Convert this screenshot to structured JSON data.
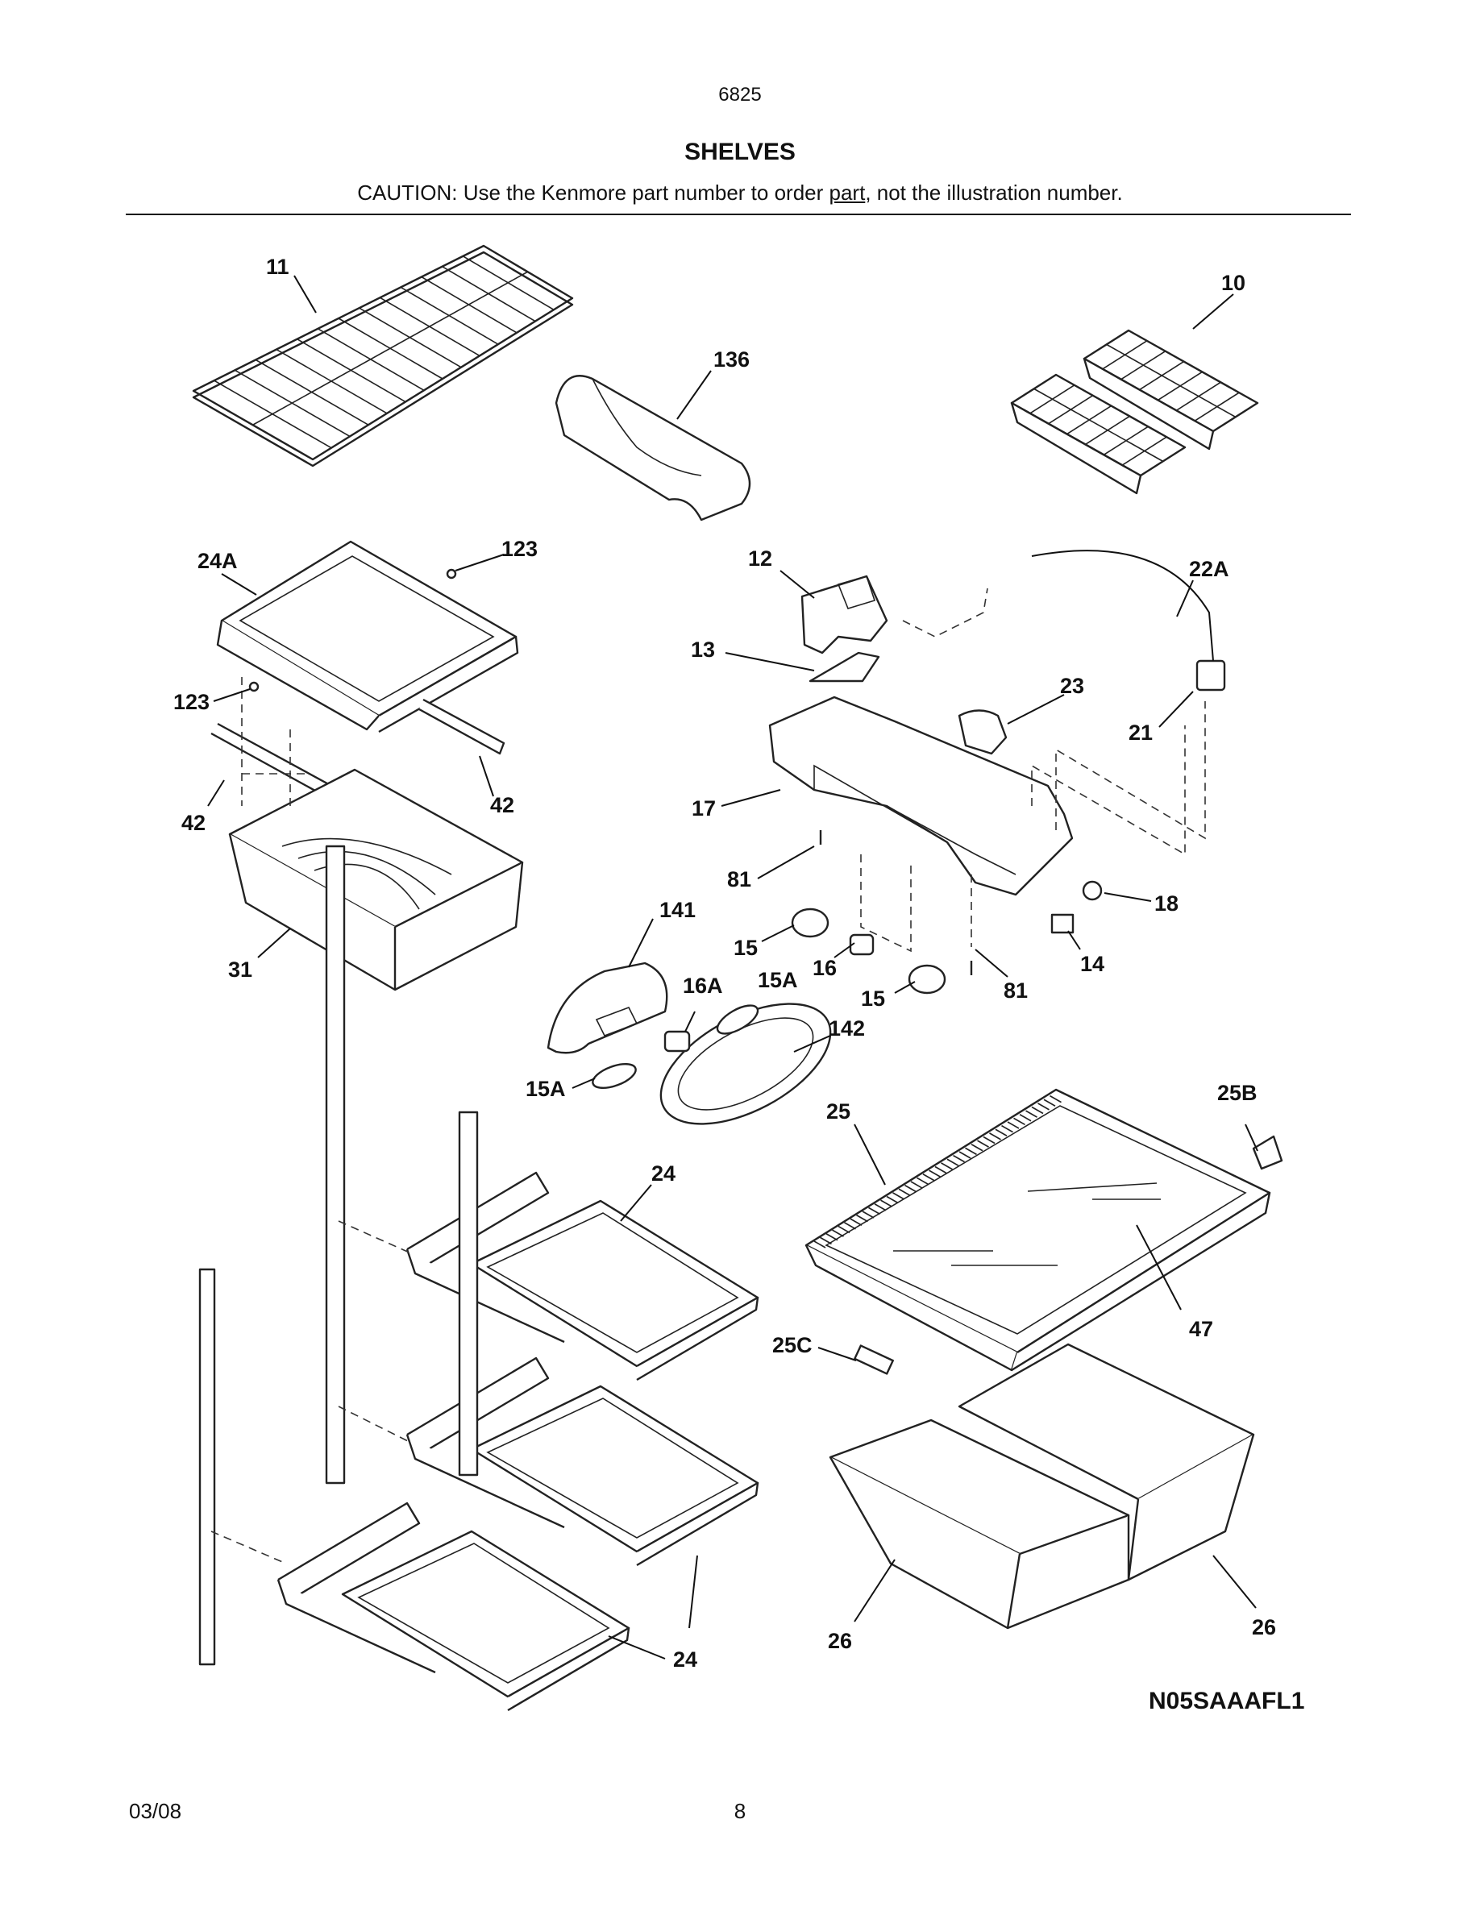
{
  "header": {
    "model": "6825",
    "title": "SHELVES",
    "caution_before": "CAUTION: Use the Kenmore part number to order ",
    "caution_link": "part",
    "caution_after": ", not the illustration number."
  },
  "callouts": [
    "11",
    "136",
    "10",
    "24A",
    "123",
    "123",
    "12",
    "22A",
    "13",
    "23",
    "21",
    "42",
    "42",
    "17",
    "81",
    "141",
    "15",
    "16",
    "18",
    "31",
    "16A",
    "15A",
    "15",
    "81",
    "14",
    "142",
    "15A",
    "25",
    "25B",
    "24",
    "47",
    "25C",
    "26",
    "26",
    "24"
  ],
  "diagram_code": "N05SAAAFL1",
  "footer": {
    "date": "03/08",
    "page": "8"
  }
}
